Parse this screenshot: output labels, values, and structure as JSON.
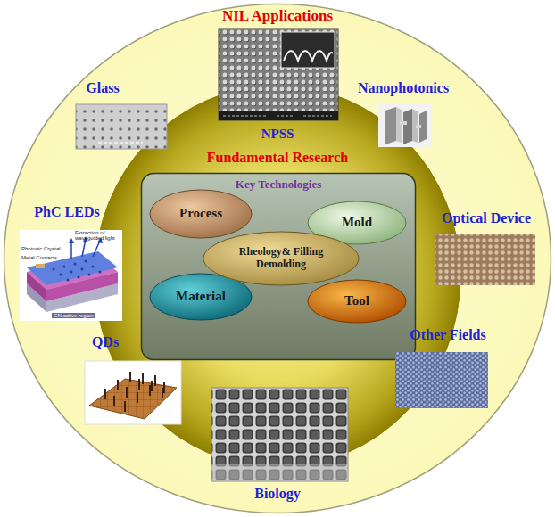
{
  "diagram": {
    "nodes": [
      {
        "text": [
          "NIL Applications"
        ]
      },
      {
        "text": [
          "NPSS",
          "Fundamental Research"
        ],
        "in": 0
      },
      {
        "text": [
          "Key Technologies"
        ],
        "in": 1
      },
      {
        "text": [
          "Process"
        ],
        "in": 2
      },
      {
        "text": [
          "Mold"
        ],
        "in": 2
      },
      {
        "text": [
          "Rheology& Filling Demolding"
        ],
        "in": 2
      },
      {
        "text": [
          "Material"
        ],
        "in": 2
      },
      {
        "text": [
          "Tool"
        ],
        "in": 2
      }
    ],
    "labels": [
      "Glass",
      "Nanophotonics",
      "PhC LEDs",
      "Optical Device",
      "QDs",
      "Other Fields",
      "Biology",
      "Extraction of waveguided light",
      "Photonic Crystal",
      "Metal Contacts",
      "GN active region"
    ]
  }
}
